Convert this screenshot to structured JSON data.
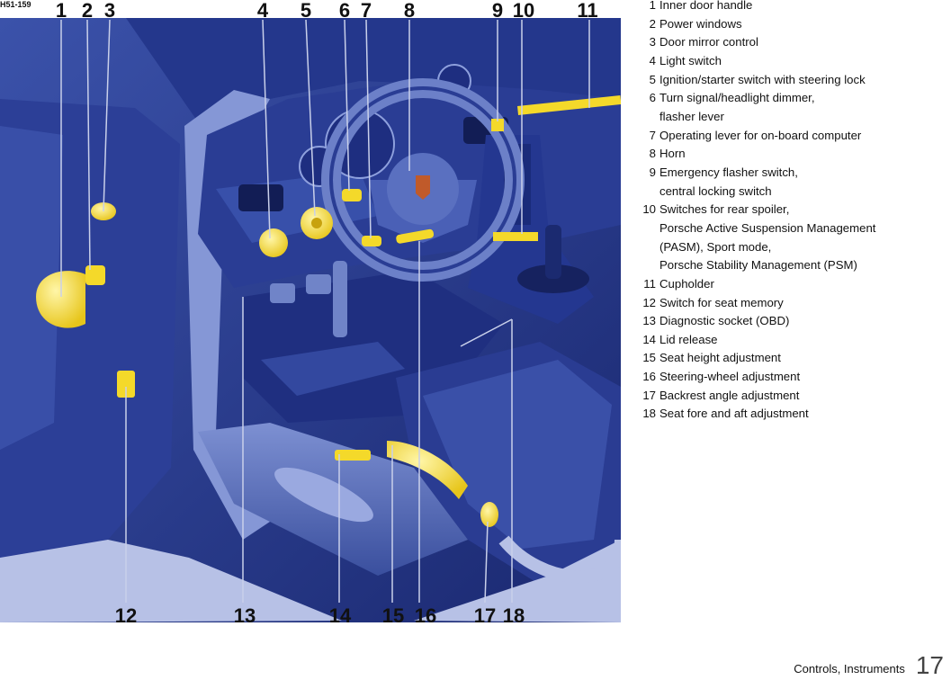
{
  "figure": {
    "id": "H51-159",
    "callouts": [
      "1",
      "2",
      "3",
      "4",
      "5",
      "6",
      "7",
      "8",
      "9",
      "10",
      "11",
      "12",
      "13",
      "14",
      "15",
      "16",
      "17",
      "18"
    ]
  },
  "legend": [
    {
      "num": "1",
      "lines": [
        "Inner door handle"
      ]
    },
    {
      "num": "2",
      "lines": [
        "Power windows"
      ]
    },
    {
      "num": "3",
      "lines": [
        "Door mirror control"
      ]
    },
    {
      "num": "4",
      "lines": [
        "Light switch"
      ]
    },
    {
      "num": "5",
      "lines": [
        "Ignition/starter switch with steering lock"
      ]
    },
    {
      "num": "6",
      "lines": [
        "Turn signal/headlight dimmer,",
        "flasher lever"
      ]
    },
    {
      "num": "7",
      "lines": [
        "Operating lever for on-board computer"
      ]
    },
    {
      "num": "8",
      "lines": [
        "Horn"
      ]
    },
    {
      "num": "9",
      "lines": [
        "Emergency flasher switch,",
        "central locking switch"
      ]
    },
    {
      "num": "10",
      "lines": [
        "Switches for rear spoiler,",
        "Porsche Active Suspension Management",
        "(PASM), Sport mode,",
        "Porsche Stability Management (PSM)"
      ]
    },
    {
      "num": "11",
      "lines": [
        "Cupholder"
      ]
    },
    {
      "num": "12",
      "lines": [
        "Switch for seat memory"
      ]
    },
    {
      "num": "13",
      "lines": [
        "Diagnostic socket (OBD)"
      ]
    },
    {
      "num": "14",
      "lines": [
        "Lid release"
      ]
    },
    {
      "num": "15",
      "lines": [
        "Seat height adjustment"
      ]
    },
    {
      "num": "16",
      "lines": [
        "Steering-wheel adjustment"
      ]
    },
    {
      "num": "17",
      "lines": [
        "Backrest angle adjustment"
      ]
    },
    {
      "num": "18",
      "lines": [
        "Seat fore and aft adjustment"
      ]
    }
  ],
  "footer": {
    "section": "Controls, Instruments",
    "page": "17"
  },
  "colors": {
    "interior_dark": "#1c2c78",
    "interior_mid": "#2f45a0",
    "interior_light": "#5c74c4",
    "highlight": "#f4d92a",
    "callout_line": "#c9d0ea"
  }
}
